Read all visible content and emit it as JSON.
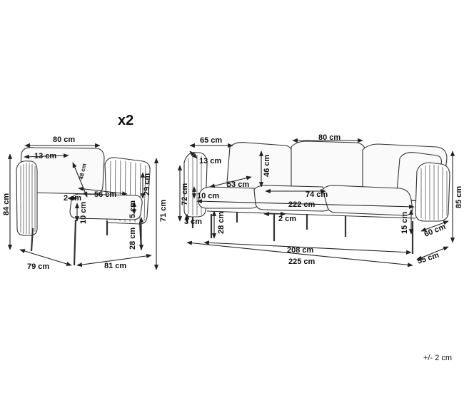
{
  "quantity_label": "x2",
  "tolerance": "+/- 2 cm",
  "armchair": {
    "width_top": "80 cm",
    "arm_inset": "13 cm",
    "back_cushion_height": "48 cm",
    "seat_depth": "56 cm",
    "arm_gap": "2 cm",
    "back_height": "29 cm",
    "seat_thickness": "10 cm",
    "seat_offset": "5 cm",
    "seat_height": "28 cm",
    "total_height": "84 cm",
    "arm_height": "71 cm",
    "depth": "79 cm",
    "width": "81 cm"
  },
  "sofa": {
    "arm_inset": "65 cm",
    "back_cushion_width": "80 cm",
    "arm_offset": "13 cm",
    "back_cushion_height": "46 cm",
    "seat_depth": "53 cm",
    "seat_cushion_width": "74 cm",
    "seat_thickness": "10 cm",
    "seat_width": "222 cm",
    "arm_height": "72 cm",
    "leg_gap": "3 cm",
    "seat_height": "28 cm",
    "cushion_gap": "2 cm",
    "leg_height": "15 cm",
    "arm_depth": "60 cm",
    "total_height": "85 cm",
    "inner_width": "208 cm",
    "total_width": "225 cm",
    "depth": "55 cm"
  }
}
